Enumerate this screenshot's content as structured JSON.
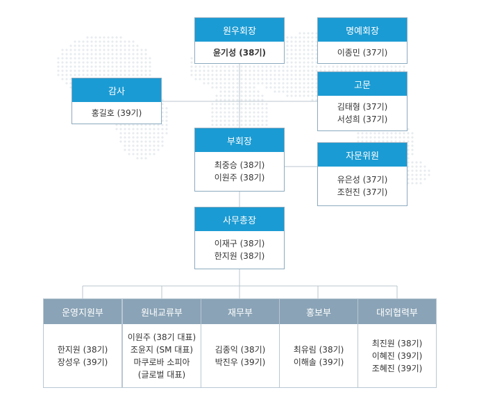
{
  "colors": {
    "header": "#1b9bd3",
    "dept_header": "#8aa3b6",
    "line": "#b8c4cc"
  },
  "chairman": {
    "title": "원우회장",
    "members": [
      "윤기성 (38기)"
    ]
  },
  "honorary": {
    "title": "명예회장",
    "members": [
      "이종민 (37기)"
    ]
  },
  "auditor": {
    "title": "감사",
    "members": [
      "홍길호 (39기)"
    ]
  },
  "advisor": {
    "title": "고문",
    "members": [
      "김태형 (37기)",
      "서성희 (37기)"
    ]
  },
  "vice": {
    "title": "부회장",
    "members": [
      "최중승 (38기)",
      "이원주 (38기)"
    ]
  },
  "counsel": {
    "title": "자문위원",
    "members": [
      "유은성 (37기)",
      "조헌진 (37기)"
    ]
  },
  "secretary": {
    "title": "사무총장",
    "members": [
      "이재구 (38기)",
      "한지원 (38기)"
    ]
  },
  "departments": [
    {
      "title": "운영지원부",
      "members": [
        "한지원 (38기)",
        "장성우 (39기)"
      ]
    },
    {
      "title": "원내교류부",
      "members": [
        "이원주 (38기 대표)",
        "조윤지 (SM 대표)",
        "마쿠로바 소피아",
        "(글로벌 대표)"
      ]
    },
    {
      "title": "재무부",
      "members": [
        "김종익 (38기)",
        "박진우 (39기)"
      ]
    },
    {
      "title": "홍보부",
      "members": [
        "최유림 (38기)",
        "이해솔 (39기)"
      ]
    },
    {
      "title": "대외협력부",
      "members": [
        "최진원 (38기)",
        "이혜진 (39기)",
        "조혜진 (39기)"
      ]
    }
  ]
}
